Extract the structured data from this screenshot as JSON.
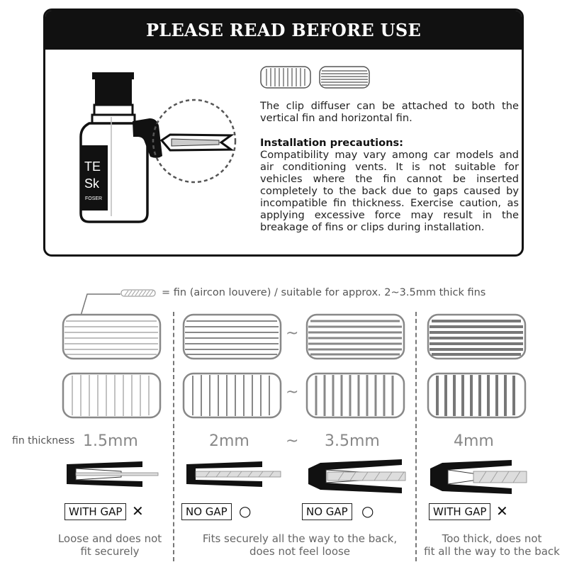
{
  "header": {
    "title": "PLEASE READ BEFORE USE"
  },
  "product": {
    "label_line1": "TE",
    "label_line2": "Sk",
    "label_line3": "FOSER"
  },
  "intro_text": "The clip diffuser can be attached to both the vertical fin and horizontal fin.",
  "precautions": {
    "title": "Installation precautions:",
    "body": "Compatibility may vary among car models and air conditioning vents. It is not suitable for vehicles where the fin cannot be inserted completely to the back due to gaps caused by incompatible fin thickness. Exercise caution, as applying excessive force may result in the breakage of fins or clips during installation."
  },
  "legend": {
    "text": "= fin (aircon louvere) / suitable for approx. 2~3.5mm thick fins"
  },
  "fin_thickness_label": "fin thickness",
  "tilde": "~",
  "columns": [
    {
      "thickness": "1.5mm",
      "badge": "WITH GAP",
      "mark": "✕",
      "caption_line1": "Loose and does not",
      "caption_line2": "fit securely"
    },
    {
      "thickness": "2mm",
      "badge": "NO GAP",
      "mark": "○"
    },
    {
      "thickness": "3.5mm",
      "badge": "NO GAP",
      "mark": "○"
    },
    {
      "thickness": "4mm",
      "badge": "WITH GAP",
      "mark": "✕",
      "caption_line1": "Too thick, does not",
      "caption_line2": "fit all the way to the back"
    }
  ],
  "middle_caption": {
    "line1": "Fits securely all the way to the back,",
    "line2": "does not feel loose"
  }
}
